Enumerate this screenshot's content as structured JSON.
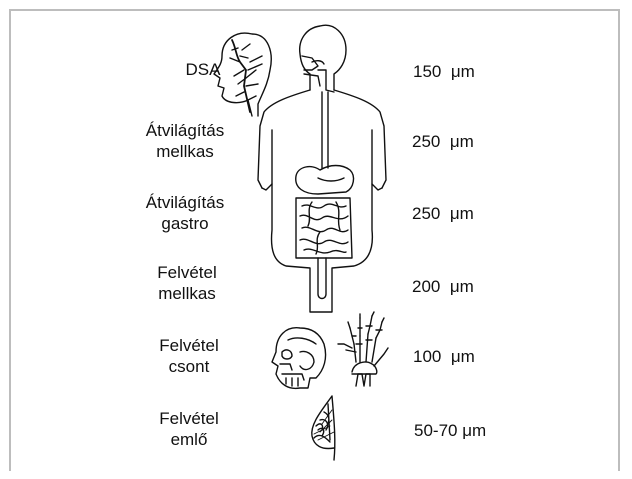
{
  "rows": [
    {
      "label_line1": "DSA",
      "label_line2": "",
      "value": "150",
      "unit": "μm"
    },
    {
      "label_line1": "Átvilágítás",
      "label_line2": "mellkas",
      "value": "250",
      "unit": "μm"
    },
    {
      "label_line1": "Átvilágítás",
      "label_line2": "gastro",
      "value": "250",
      "unit": "μm"
    },
    {
      "label_line1": "Felvétel",
      "label_line2": "mellkas",
      "value": "200",
      "unit": "μm"
    },
    {
      "label_line1": "Felvétel",
      "label_line2": "csont",
      "value": "100",
      "unit": "μm"
    },
    {
      "label_line1": "Felvétel",
      "label_line2": "emlő",
      "value": "50-70",
      "unit": "μm"
    }
  ],
  "icons": [
    "head-vessels-icon",
    "human-torso-icon",
    "skull-icon",
    "hand-skeleton-icon",
    "breast-icon"
  ],
  "colors": {
    "frame": "#bdbdbd",
    "ink": "#111111",
    "background": "#ffffff"
  }
}
